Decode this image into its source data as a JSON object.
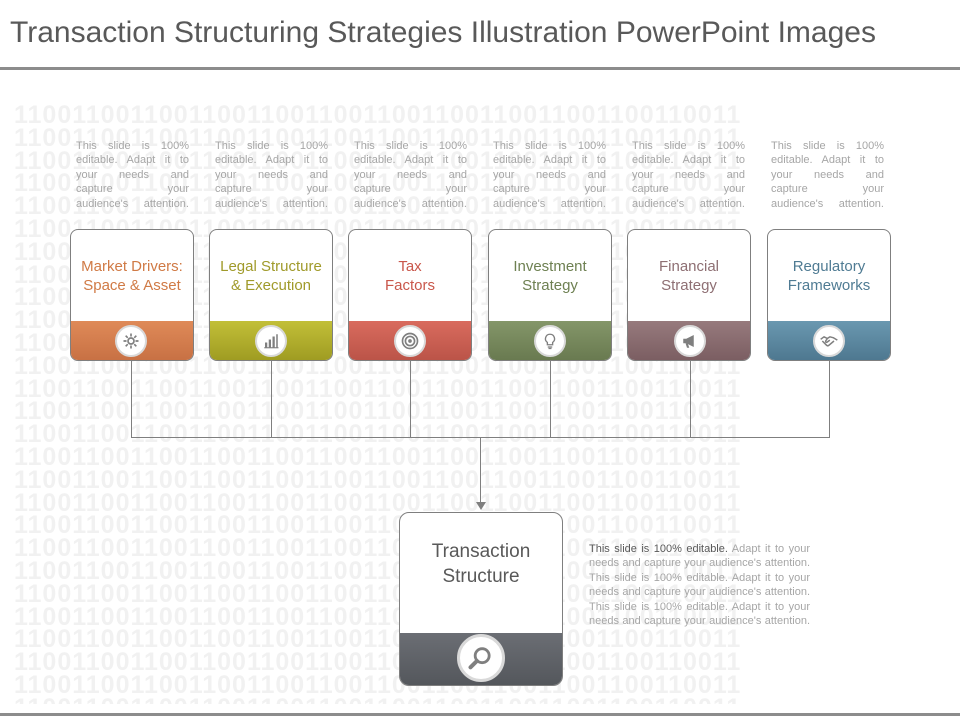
{
  "title": "Transaction Structuring Strategies Illustration PowerPoint Images",
  "background_text": "11001100110011001100110011001100110011001100110011",
  "card_description": "This slide is 100% editable. Adapt it to your needs and capture your audience's attention.",
  "cards": [
    {
      "label": "Market Drivers: Space & Asset",
      "icon": "gear-icon",
      "text_color": "#d07a45",
      "band_color": "#d8804e"
    },
    {
      "label": "Legal Structure & Execution",
      "icon": "bar-chart-icon",
      "text_color": "#a09a2a",
      "band_color": "#b3b12e"
    },
    {
      "label": "Tax Factors",
      "icon": "target-icon",
      "text_color": "#c9574b",
      "band_color": "#d06458"
    },
    {
      "label": "Investment Strategy",
      "icon": "lightbulb-icon",
      "text_color": "#6e8052",
      "band_color": "#7a8c60"
    },
    {
      "label": "Financial Strategy",
      "icon": "megaphone-icon",
      "text_color": "#8e6f73",
      "band_color": "#8d6d70"
    },
    {
      "label": "Regulatory Frameworks",
      "icon": "handshake-icon",
      "text_color": "#4f7b93",
      "band_color": "#5d8ba3"
    }
  ],
  "main": {
    "label": "Transaction Structure",
    "icon": "magnifier-icon",
    "description_lead": "This slide is 100% editable.",
    "description_rest": " Adapt it to your needs and capture your audience's attention. This slide is 100% editable. Adapt it to your needs and capture your audience's attention. This slide is 100% editable. Adapt it to your needs and capture your audience's attention."
  }
}
